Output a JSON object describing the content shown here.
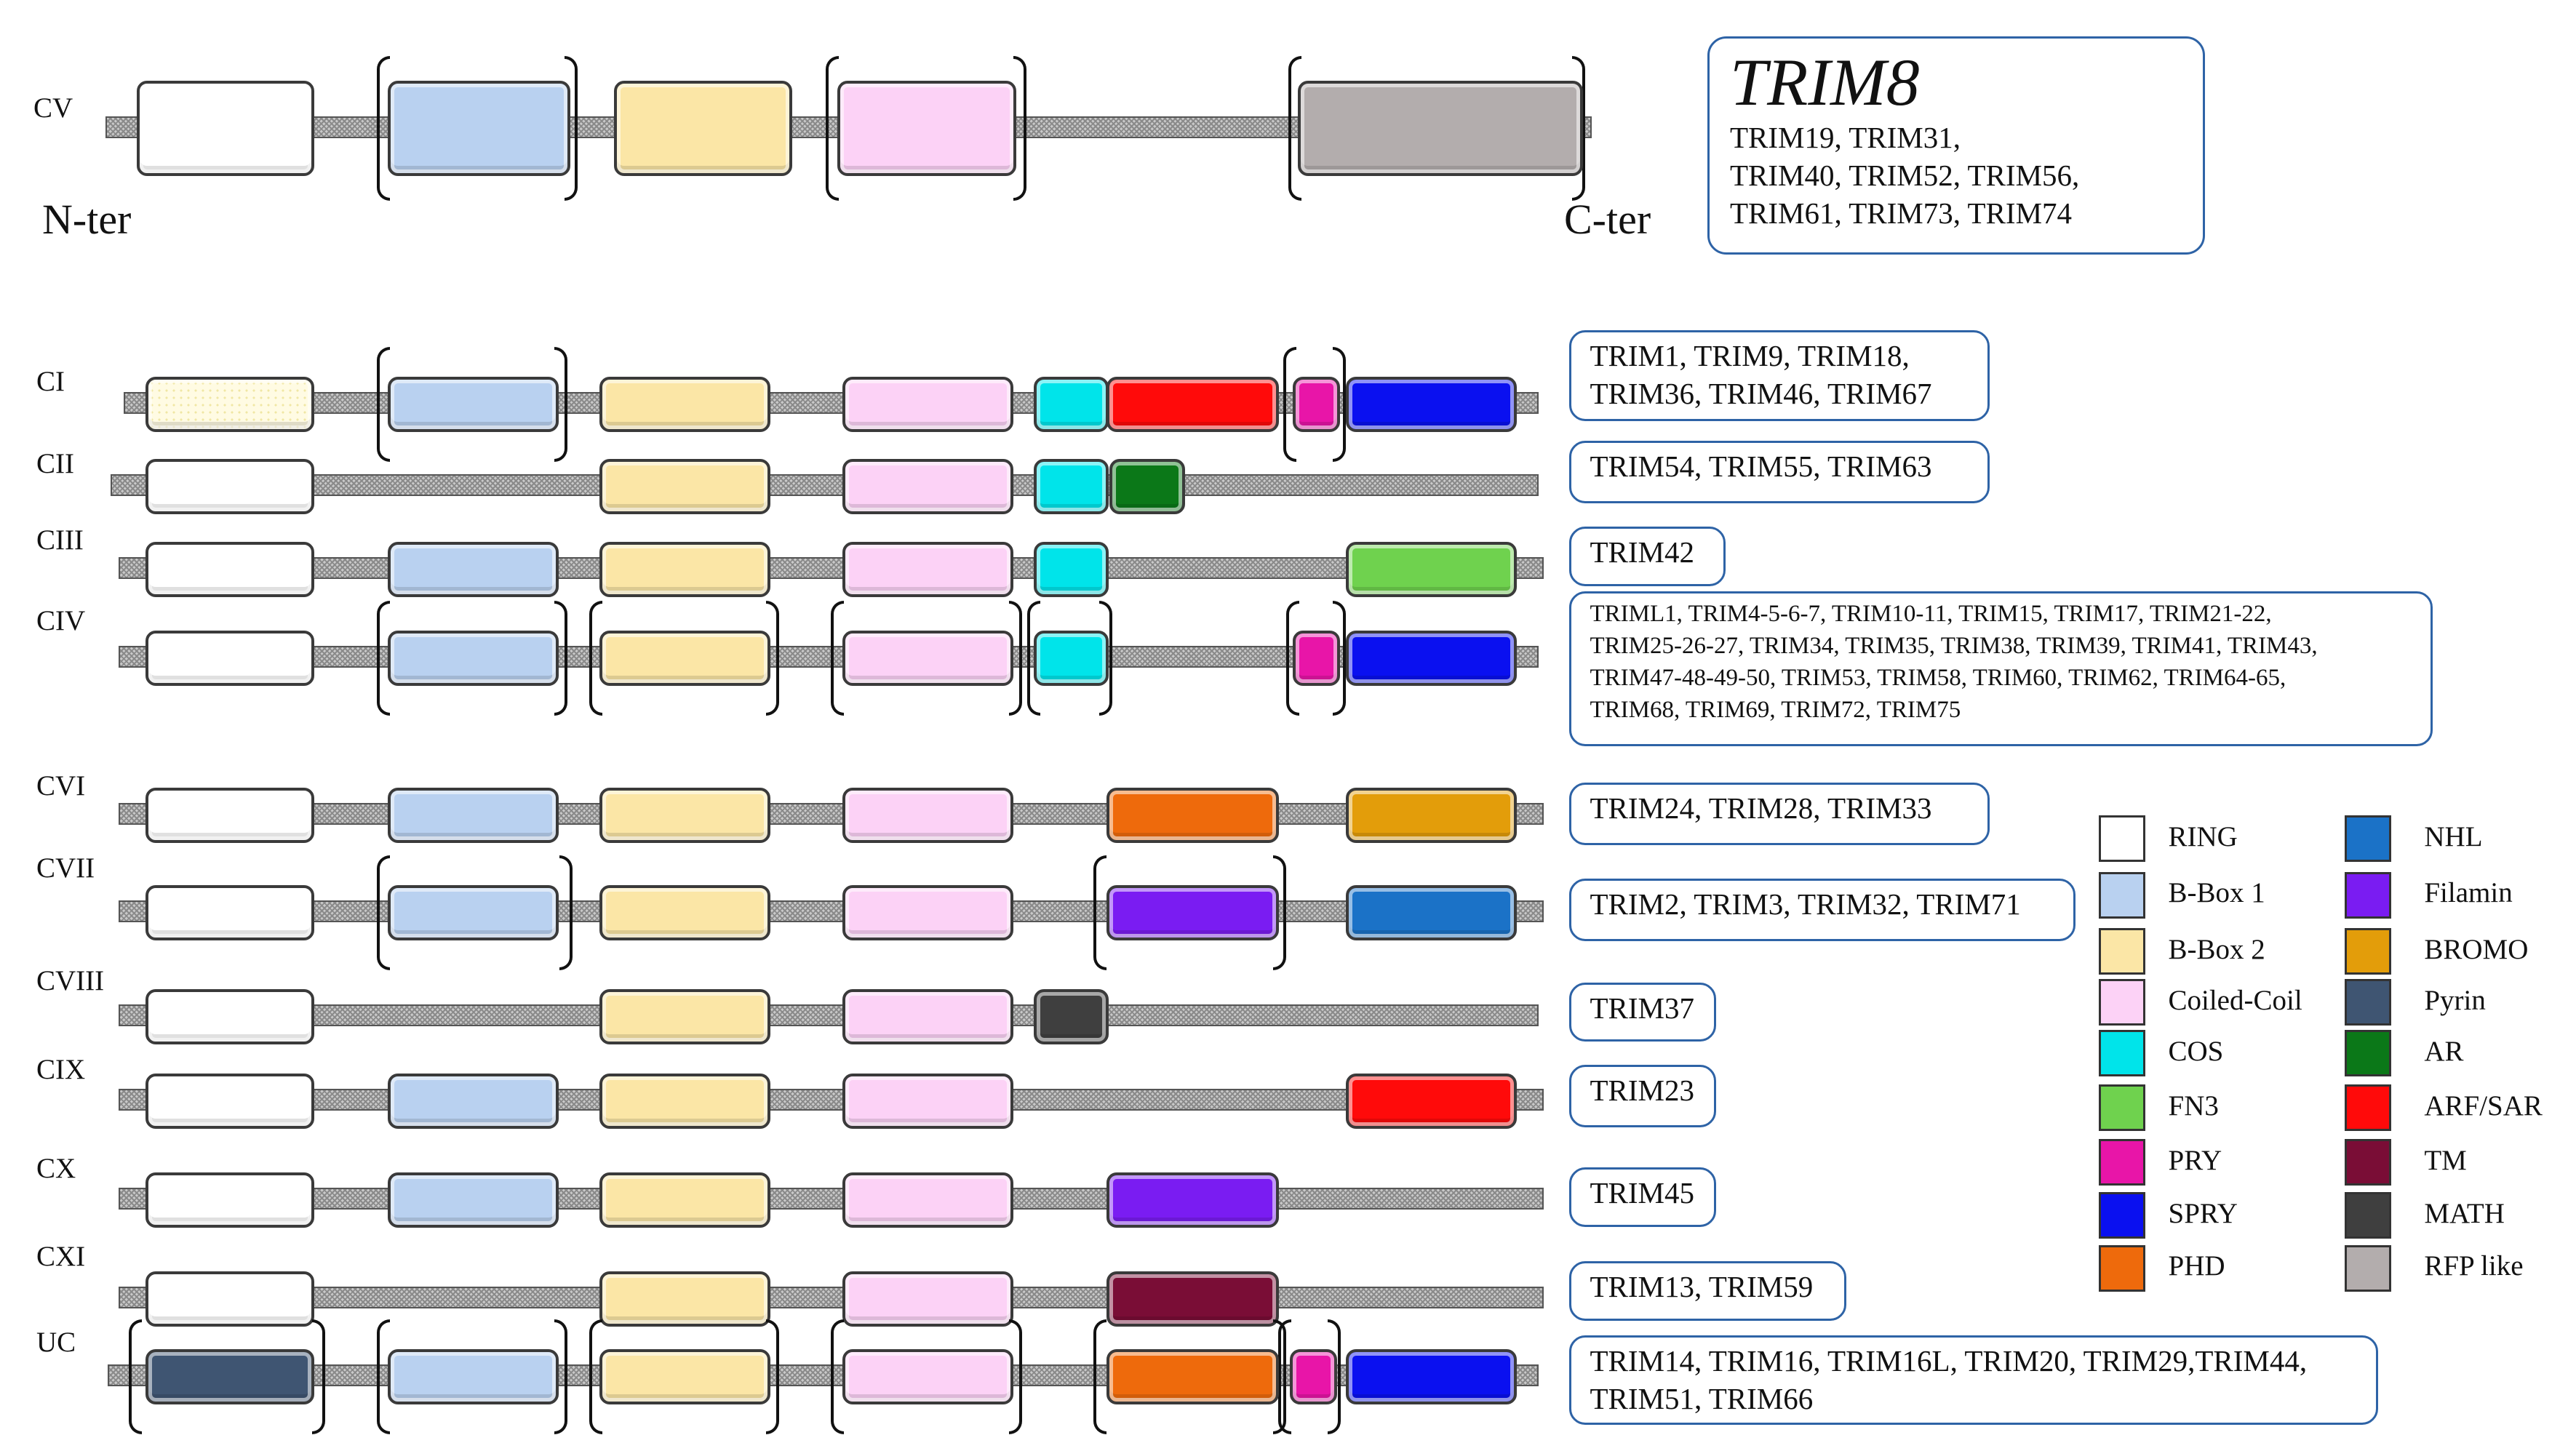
{
  "colors": {
    "RING": "#ffffff",
    "B-Box 1": "#b9d1f0",
    "B-Box 2": "#fbe6a6",
    "Coiled-Coil": "#fcd2f6",
    "COS": "#00e4ea",
    "FN3": "#6fd24e",
    "PRY": "#e815a8",
    "SPRY": "#0a10f0",
    "PHD": "#ee6a0c",
    "NHL": "#1b72c7",
    "Filamin": "#7a1cf2",
    "BROMO": "#e39d0a",
    "Pyrin": "#3f5572",
    "AR": "#0b7818",
    "ARF/SAR": "#ff0a0a",
    "TM": "#7a0d36",
    "MATH": "#3f3f3f",
    "RFP like": "#b3adad"
  },
  "terminals": {
    "n": "N-ter",
    "c": "C-ter"
  },
  "header": {
    "label": "CV",
    "highlight": "TRIM8",
    "members": [
      "TRIM19, TRIM31,",
      "TRIM40, TRIM52, TRIM56,",
      "TRIM61, TRIM73, TRIM74"
    ]
  },
  "rows": [
    {
      "label": "CI",
      "members": [
        "TRIM1, TRIM9, TRIM18,",
        "TRIM36, TRIM46, TRIM67"
      ]
    },
    {
      "label": "CII",
      "members": [
        "TRIM54, TRIM55, TRIM63"
      ]
    },
    {
      "label": "CIII",
      "members": [
        "TRIM42"
      ]
    },
    {
      "label": "CIV",
      "members": [
        "TRIML1, TRIM4-5-6-7, TRIM10-11, TRIM15, TRIM17, TRIM21-22,",
        "TRIM25-26-27, TRIM34, TRIM35, TRIM38, TRIM39, TRIM41, TRIM43,",
        "TRIM47-48-49-50, TRIM53, TRIM58, TRIM60, TRIM62, TRIM64-65,",
        "TRIM68, TRIM69, TRIM72, TRIM75"
      ]
    },
    {
      "label": "CVI",
      "members": [
        "TRIM24, TRIM28, TRIM33"
      ]
    },
    {
      "label": "CVII",
      "members": [
        "TRIM2, TRIM3, TRIM32, TRIM71"
      ]
    },
    {
      "label": "CVIII",
      "members": [
        "TRIM37"
      ]
    },
    {
      "label": "CIX",
      "members": [
        "TRIM23"
      ]
    },
    {
      "label": "CX",
      "members": [
        "TRIM45"
      ]
    },
    {
      "label": "CXI",
      "members": [
        "TRIM13, TRIM59"
      ]
    },
    {
      "label": "UC",
      "members": [
        "TRIM14, TRIM16, TRIM16L, TRIM20, TRIM29,TRIM44,",
        "TRIM51, TRIM66"
      ]
    }
  ],
  "legend": [
    [
      "RING",
      "NHL"
    ],
    [
      "B-Box 1",
      "Filamin"
    ],
    [
      "B-Box 2",
      "BROMO"
    ],
    [
      "Coiled-Coil",
      "Pyrin"
    ],
    [
      "COS",
      "AR"
    ],
    [
      "FN3",
      "ARF/SAR"
    ],
    [
      "PRY",
      "TM"
    ],
    [
      "SPRY",
      "MATH"
    ],
    [
      "PHD",
      "RFP like"
    ]
  ]
}
